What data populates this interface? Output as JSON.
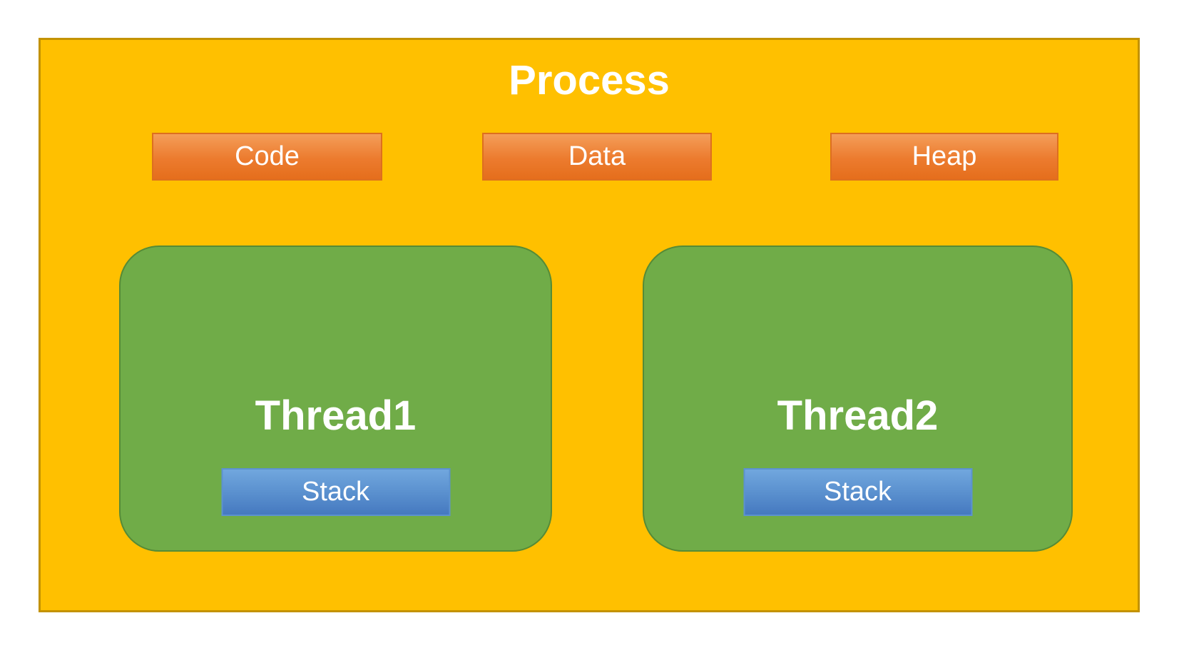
{
  "process": {
    "label": "Process",
    "segments": [
      {
        "label": "Code"
      },
      {
        "label": "Data"
      },
      {
        "label": "Heap"
      }
    ],
    "threads": [
      {
        "label": "Thread1",
        "stack": {
          "label": "Stack"
        }
      },
      {
        "label": "Thread2",
        "stack": {
          "label": "Stack"
        }
      }
    ]
  },
  "colors": {
    "process_fill": "#FFC000",
    "process_border": "#C39200",
    "segment_gradient_top": "#F49E59",
    "segment_gradient_bottom": "#E56E1C",
    "segment_border": "#DD6F1F",
    "thread_fill": "#70AC48",
    "thread_border": "#568B36",
    "stack_gradient_top": "#71A7DE",
    "stack_gradient_bottom": "#4579C0",
    "stack_border": "#5C92CF",
    "text": "#FFFFFF"
  }
}
